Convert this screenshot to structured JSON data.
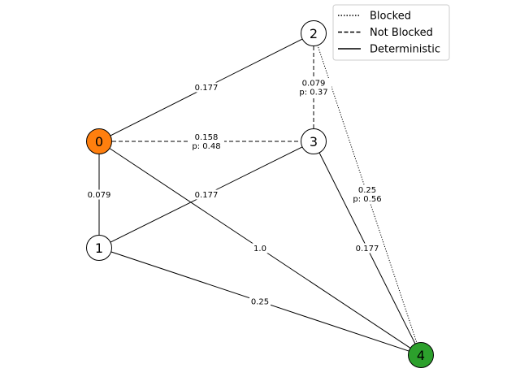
{
  "legend": {
    "items": [
      {
        "label": "Blocked",
        "style": "dotted"
      },
      {
        "label": "Not Blocked",
        "style": "dashed"
      },
      {
        "label": "Deterministic",
        "style": "solid"
      }
    ]
  },
  "nodes": [
    {
      "id": "0",
      "label": "0",
      "fill": "#ff7f0e"
    },
    {
      "id": "1",
      "label": "1",
      "fill": "#ffffff"
    },
    {
      "id": "2",
      "label": "2",
      "fill": "#ffffff"
    },
    {
      "id": "3",
      "label": "3",
      "fill": "#ffffff"
    },
    {
      "id": "4",
      "label": "4",
      "fill": "#2ca02c"
    }
  ],
  "edges": [
    {
      "from": "0",
      "to": "2",
      "style": "solid",
      "label": [
        "0.177"
      ]
    },
    {
      "from": "0",
      "to": "3",
      "style": "dashed",
      "label": [
        "0.158",
        "p: 0.48"
      ]
    },
    {
      "from": "0",
      "to": "1",
      "style": "solid",
      "label": [
        "0.079"
      ]
    },
    {
      "from": "0",
      "to": "4",
      "style": "solid",
      "label": [
        "1.0"
      ]
    },
    {
      "from": "1",
      "to": "3",
      "style": "solid",
      "label": [
        "0.177"
      ]
    },
    {
      "from": "1",
      "to": "4",
      "style": "solid",
      "label": [
        "0.25"
      ]
    },
    {
      "from": "2",
      "to": "3",
      "style": "dashed",
      "label": [
        "0.079",
        "p: 0.37"
      ]
    },
    {
      "from": "2",
      "to": "4",
      "style": "dotted",
      "label": [
        "0.25",
        "p: 0.56"
      ]
    },
    {
      "from": "3",
      "to": "4",
      "style": "solid",
      "label": [
        "0.177"
      ]
    }
  ]
}
